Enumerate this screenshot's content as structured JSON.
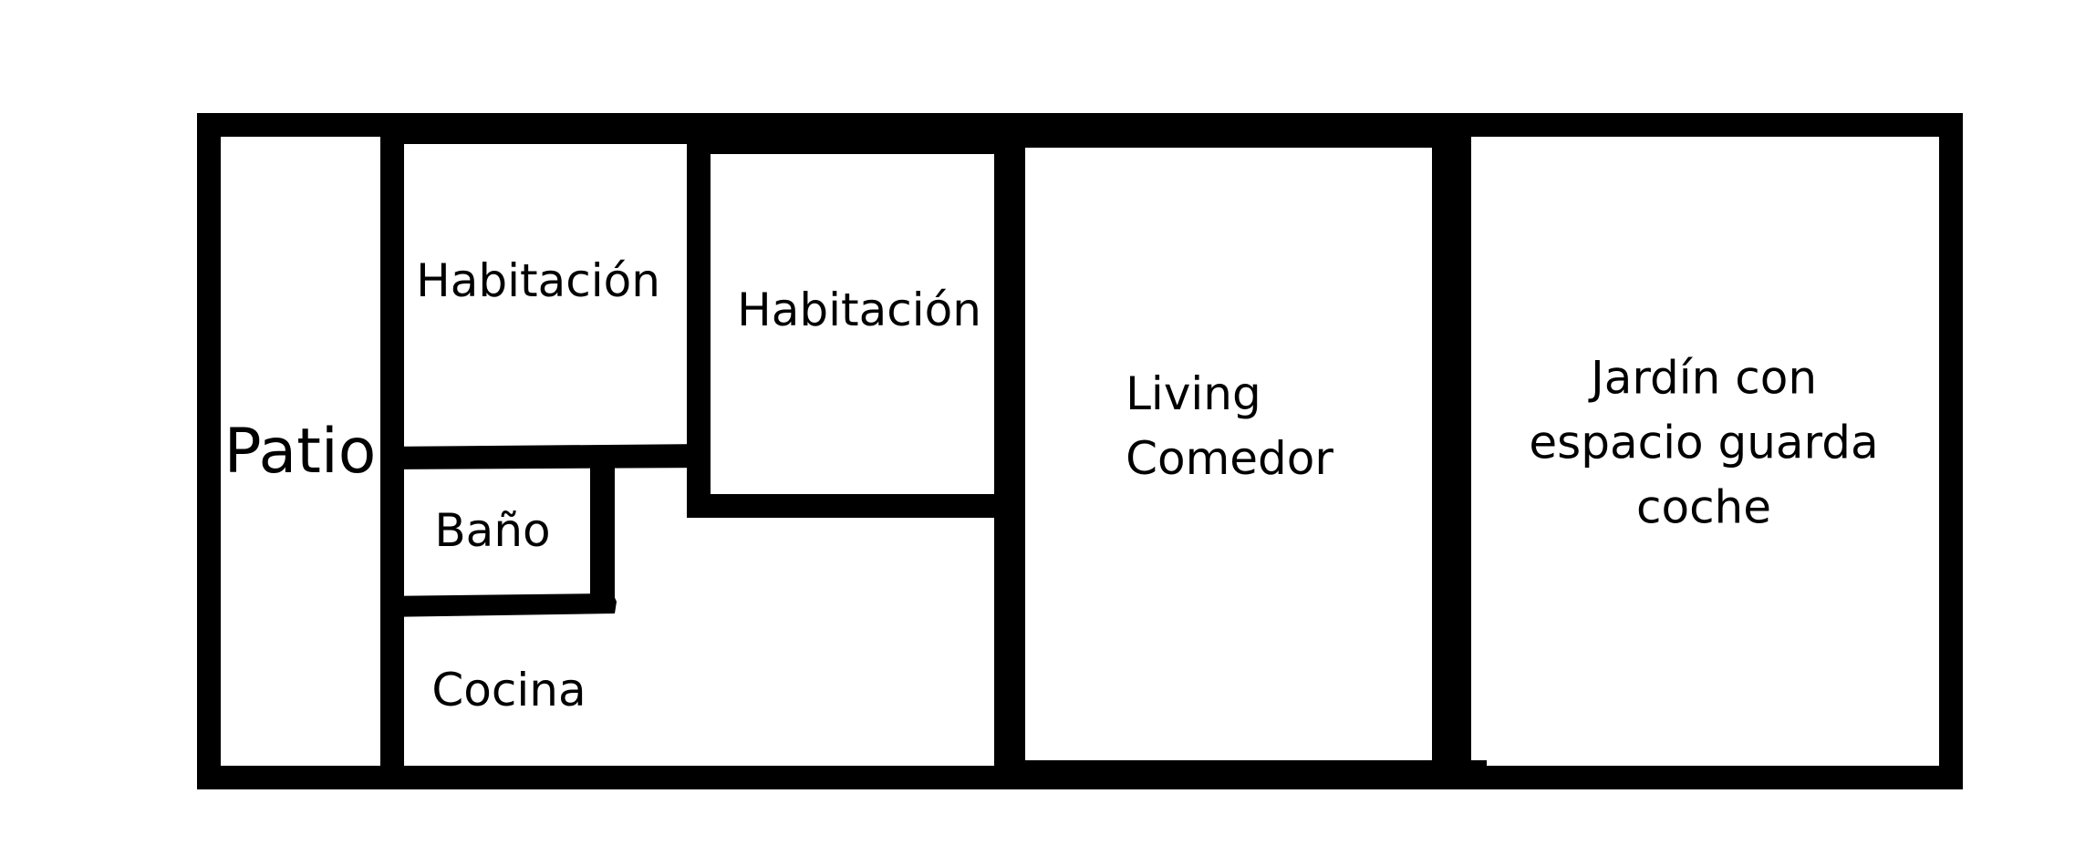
{
  "rooms": {
    "patio": "Patio",
    "bedroom_1": "Habitación",
    "bedroom_2": "Habitación",
    "bathroom": "Baño",
    "kitchen": "Cocina",
    "living": {
      "line1": "Living",
      "line2": "Comedor"
    },
    "garden": {
      "line1": "Jardín con",
      "line2": "espacio guarda",
      "line3": "coche"
    }
  },
  "colors": {
    "wall": "#000000",
    "floor": "#ffffff"
  }
}
